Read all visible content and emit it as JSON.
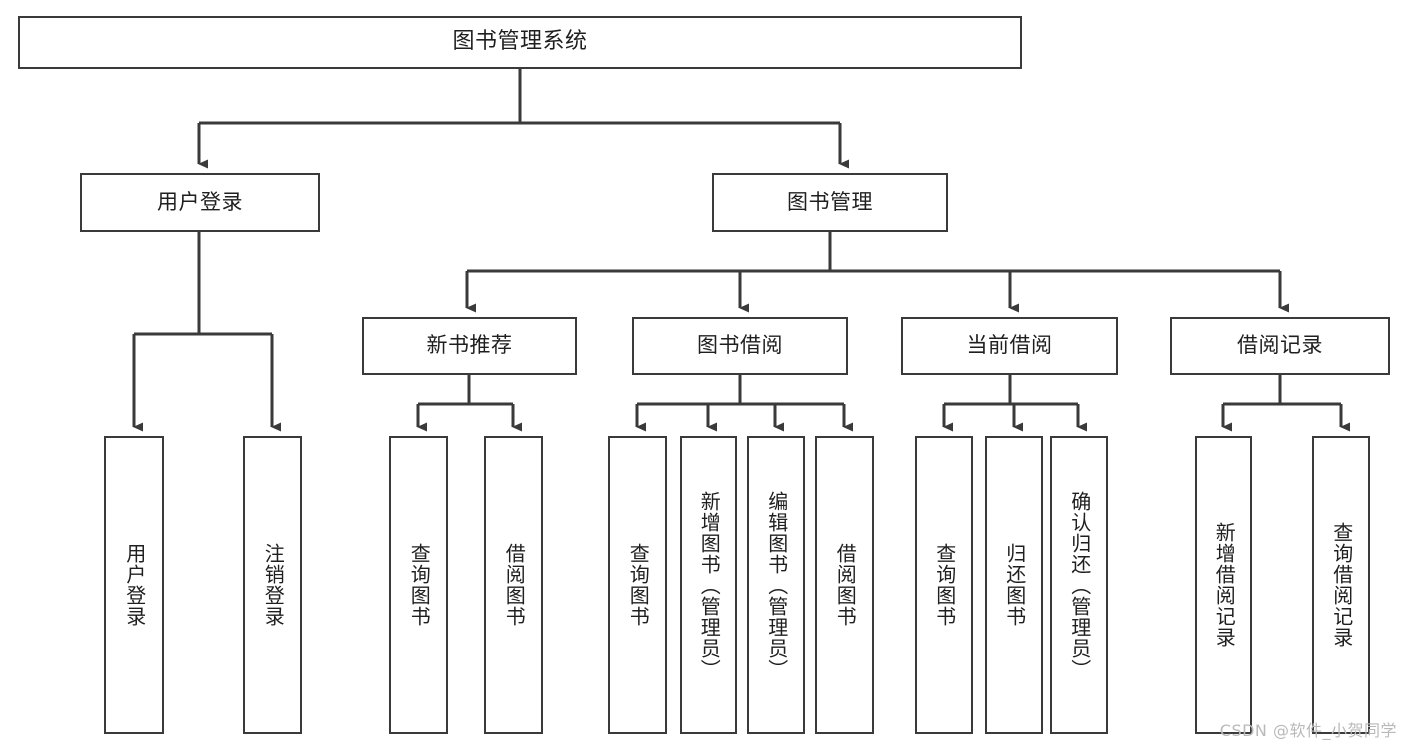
{
  "diagram": {
    "title": "图书管理系统",
    "stroke_color": "#3a3a3a",
    "background_color": "#ffffff",
    "text_color": "#1f1f1f",
    "root": {
      "label": "图书管理系统"
    },
    "level2": [
      {
        "label": "用户登录"
      },
      {
        "label": "图书管理"
      }
    ],
    "level3": [
      {
        "label": "新书推荐"
      },
      {
        "label": "图书借阅"
      },
      {
        "label": "当前借阅"
      },
      {
        "label": "借阅记录"
      }
    ],
    "leaves": {
      "user_login": [
        {
          "label": "用户登录"
        },
        {
          "label": "注销登录"
        }
      ],
      "new_book_recommend": [
        {
          "label": "查询图书"
        },
        {
          "label": "借阅图书"
        }
      ],
      "book_borrow": [
        {
          "label": "查询图书"
        },
        {
          "label": "新增图书（管理员）"
        },
        {
          "label": "编辑图书（管理员）"
        },
        {
          "label": "借阅图书"
        }
      ],
      "current_borrow": [
        {
          "label": "查询图书"
        },
        {
          "label": "归还图书"
        },
        {
          "label": "确认归还（管理员）"
        }
      ],
      "borrow_record": [
        {
          "label": "新增借阅记录"
        },
        {
          "label": "查询借阅记录"
        }
      ]
    }
  },
  "watermark": {
    "text": "CSDN @软件_小贺同学"
  }
}
